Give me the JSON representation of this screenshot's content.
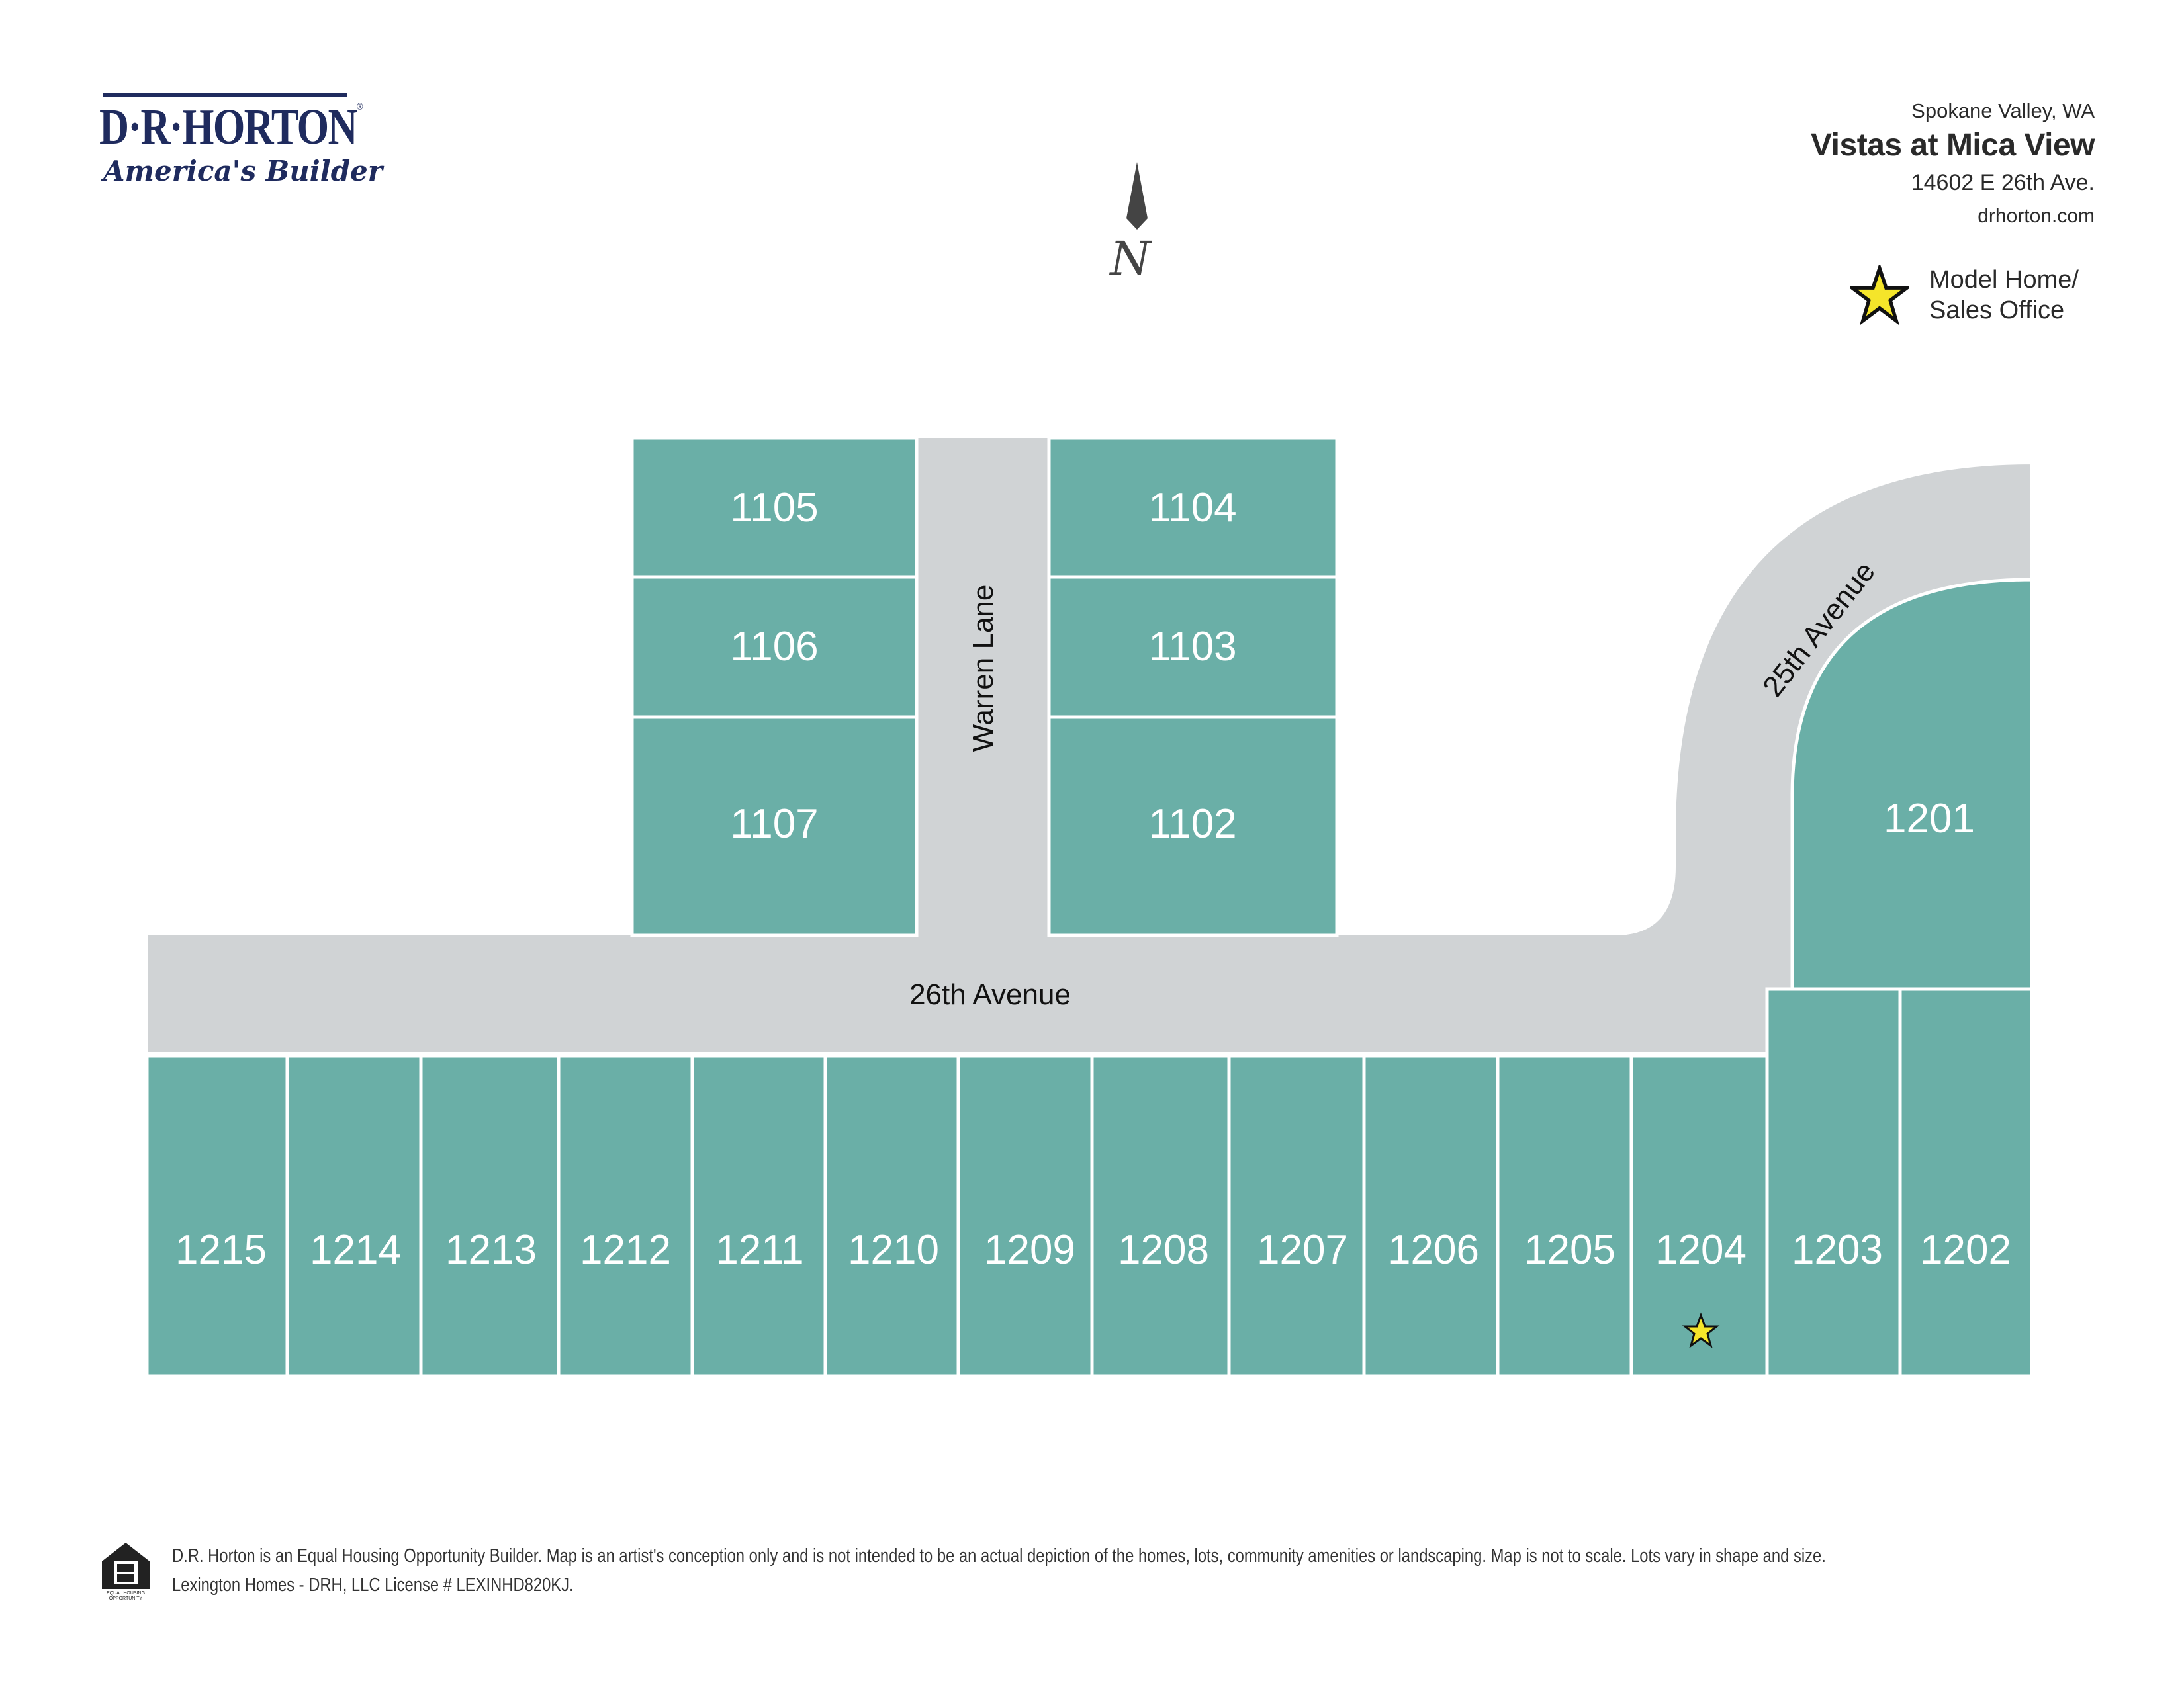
{
  "brand": {
    "name": "D·R·HORTON",
    "registered_mark": "®",
    "tagline": "America's Builder",
    "color": "#1f2b5e"
  },
  "community": {
    "city": "Spokane Valley, WA",
    "name": "Vistas at Mica View",
    "address": "14602 E 26th Ave.",
    "website": "drhorton.com"
  },
  "legend": {
    "items": [
      {
        "icon": "star-icon",
        "color": "#f5e52a",
        "label_line1": "Model Home/",
        "label_line2": "Sales Office"
      }
    ]
  },
  "compass": {
    "icon": "north-arrow-icon",
    "label": "N"
  },
  "map": {
    "colors": {
      "lot": "#6aafa7",
      "road": "#d0d3d5",
      "lot_border": "#ffffff",
      "label": "#ffffff",
      "road_label": "#111111"
    },
    "roads": [
      {
        "name": "26th Avenue"
      },
      {
        "name": "Warren Lane"
      },
      {
        "name": "25th Avenue"
      }
    ],
    "upper_left_lots": [
      "1105",
      "1106",
      "1107"
    ],
    "upper_right_lots": [
      "1104",
      "1103",
      "1102"
    ],
    "corner_lot": "1201",
    "bottom_lots": [
      "1215",
      "1214",
      "1213",
      "1212",
      "1211",
      "1210",
      "1209",
      "1208",
      "1207",
      "1206",
      "1205",
      "1204",
      "1203",
      "1202"
    ],
    "model_home_lot": "1204"
  },
  "footer": {
    "logo_text": "EQUAL HOUSING OPPORTUNITY",
    "line1": "D.R. Horton is an Equal Housing Opportunity Builder. Map is an artist's conception only and is not intended to be an actual depiction of the homes, lots, community amenities or landscaping. Map is not to scale. Lots vary in shape and size.",
    "line2": "Lexington Homes - DRH, LLC License # LEXINHD820KJ."
  }
}
